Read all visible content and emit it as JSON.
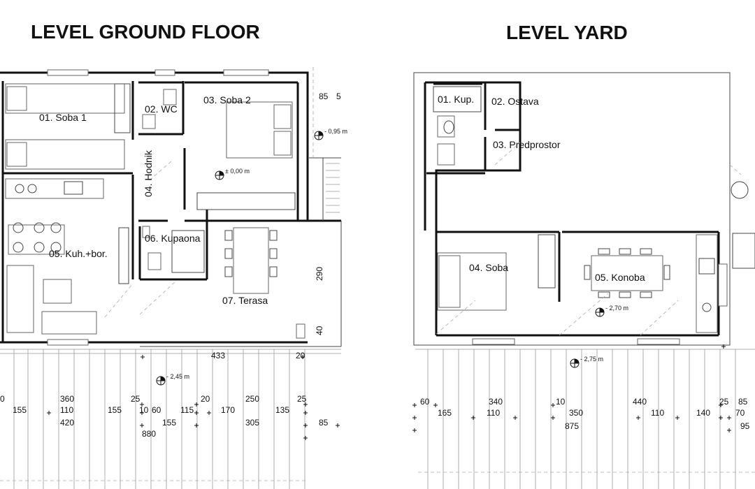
{
  "titles": {
    "left": "LEVEL GROUND FLOOR",
    "right": "LEVEL YARD"
  },
  "ground_floor": {
    "rooms": {
      "soba1": "01. Soba 1",
      "wc": "02. WC",
      "soba2": "03. Soba 2",
      "hodnik": "04. Hodnik",
      "kuh": "05. Kuh.+bor.",
      "kupaona": "06. Kupaona",
      "terasa": "07. Terasa"
    },
    "levels": {
      "soba2": "± 0,00 m",
      "ext": "- 0,95 m",
      "terrace": "- 2,45 m"
    },
    "dims": {
      "d85": "85",
      "d5": "5",
      "d290": "290",
      "d40": "40",
      "d433": "433",
      "d20a": "20",
      "d0": "0",
      "d155a": "155",
      "d360": "360",
      "d110": "110",
      "d420": "420",
      "d155b": "155",
      "d25a": "25",
      "d10": "10",
      "d60": "60",
      "d115": "115",
      "d20b": "20",
      "d155c": "155",
      "d880": "880",
      "d170": "170",
      "d250": "250",
      "d305": "305",
      "d135": "135",
      "d25b": "25",
      "d85b": "85"
    }
  },
  "yard": {
    "rooms": {
      "kup": "01. Kup.",
      "ostava": "02. Ostava",
      "predprostor": "03. Predprostor",
      "soba": "04. Soba",
      "konoba": "05. Konoba"
    },
    "levels": {
      "konoba": "- 2,70 m",
      "ext": "- 2,75 m"
    },
    "dims": {
      "d60": "60",
      "d165": "165",
      "d340": "340",
      "d110a": "110",
      "d10": "10",
      "d350": "350",
      "d875": "875",
      "d440": "440",
      "d110b": "110",
      "d140": "140",
      "d25": "25",
      "d85": "85",
      "d70": "70",
      "d95": "95"
    }
  }
}
